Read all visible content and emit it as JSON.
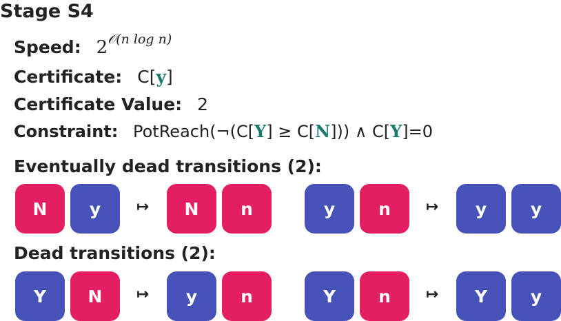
{
  "title": "Stage S4",
  "speed": {
    "label": "Speed:",
    "base": "2",
    "exponent": "𝒪(n log n)"
  },
  "certificate": {
    "label": "Certificate:",
    "prefix": "C[",
    "var": "y",
    "suffix": "]"
  },
  "certificate_value": {
    "label": "Certificate Value:",
    "value": "2"
  },
  "constraint": {
    "label": "Constraint:",
    "p1": "PotReach(¬(C[",
    "v1": "Y",
    "p2": "] ≥ C[",
    "v2": "N",
    "p3": "])) ∧ C[",
    "v3": "Y",
    "p4": "]=0"
  },
  "eventually_dead": {
    "heading": "Eventually dead transitions (2):",
    "transitions": [
      {
        "from": [
          "N",
          "y"
        ],
        "arrow": "↦",
        "to": [
          "N",
          "n"
        ]
      },
      {
        "from": [
          "y",
          "n"
        ],
        "arrow": "↦",
        "to": [
          "y",
          "y"
        ]
      }
    ]
  },
  "dead": {
    "heading": "Dead transitions (2):",
    "transitions": [
      {
        "from": [
          "Y",
          "N"
        ],
        "arrow": "↦",
        "to": [
          "y",
          "n"
        ]
      },
      {
        "from": [
          "Y",
          "n"
        ],
        "arrow": "↦",
        "to": [
          "Y",
          "y"
        ]
      }
    ]
  },
  "colors": {
    "pink": "#e41e63",
    "blue": "#4652b8",
    "teal": "#1b7a6e"
  }
}
